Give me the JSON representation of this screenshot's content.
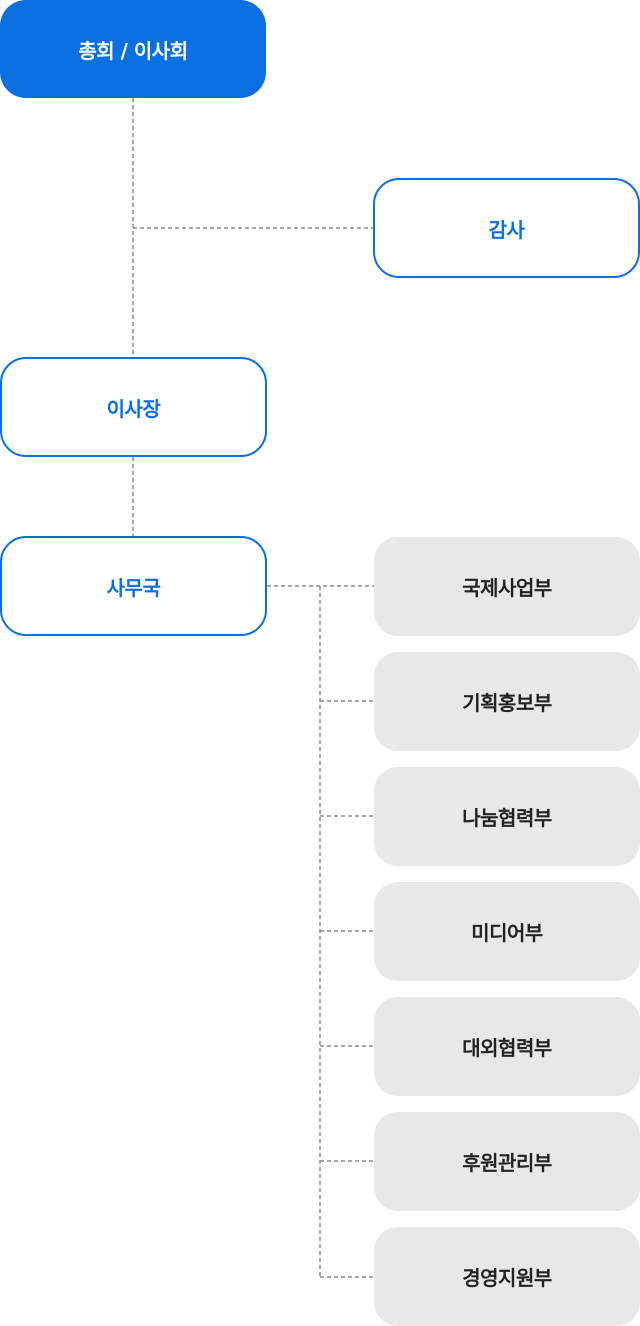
{
  "org": {
    "general_assembly": "총회 / 이사회",
    "audit": "감사",
    "chairman": "이사장",
    "secretariat": "사무국",
    "departments": [
      "국제사업부",
      "기획홍보부",
      "나눔협력부",
      "미디어부",
      "대외협력부",
      "후원관리부",
      "경영지원부"
    ]
  },
  "colors": {
    "primary": "#0a6fe0",
    "department_fill": "#e8e8e8",
    "connector": "#8a8a8a"
  }
}
